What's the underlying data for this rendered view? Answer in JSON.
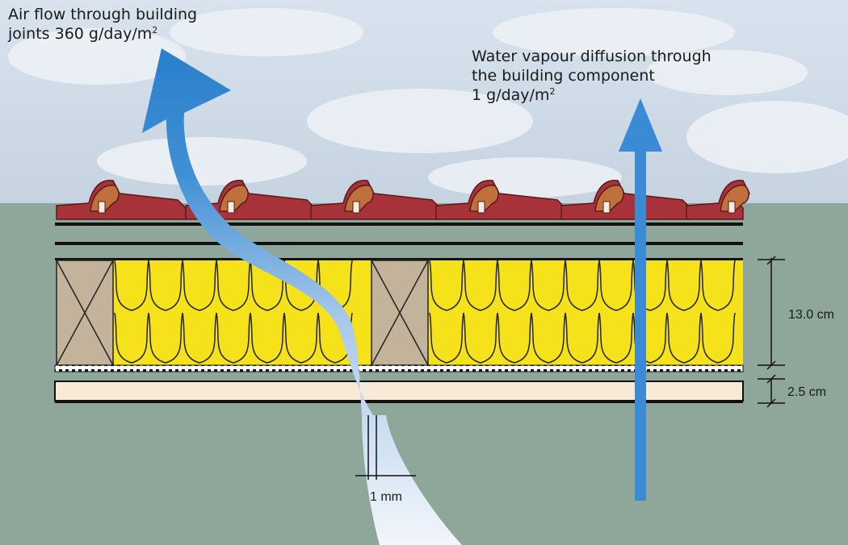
{
  "labels": {
    "air_flow_line1": "Air flow through building",
    "air_flow_line2_prefix": "joints 360 g/day/m",
    "air_flow_sup": "2",
    "vapour_line1": "Water vapour diffusion through",
    "vapour_line2": "the building component",
    "vapour_line3_prefix": "1 g/day/m",
    "vapour_sup": "2"
  },
  "dimensions": {
    "insulation_thickness": "13.0 cm",
    "board_thickness": "2.5 cm",
    "joint_width": "1 mm"
  },
  "colors": {
    "sky": "#cfdbe6",
    "ground": "#8fa69a",
    "insulation": "#f5e21a",
    "rafter": "#c2b39a",
    "tile": "#a8323a",
    "tile_edge": "#c0703a",
    "board": "#f7ead7",
    "air_arrow": "#2f86d0",
    "vapour_arrow": "#3a8ad6"
  }
}
